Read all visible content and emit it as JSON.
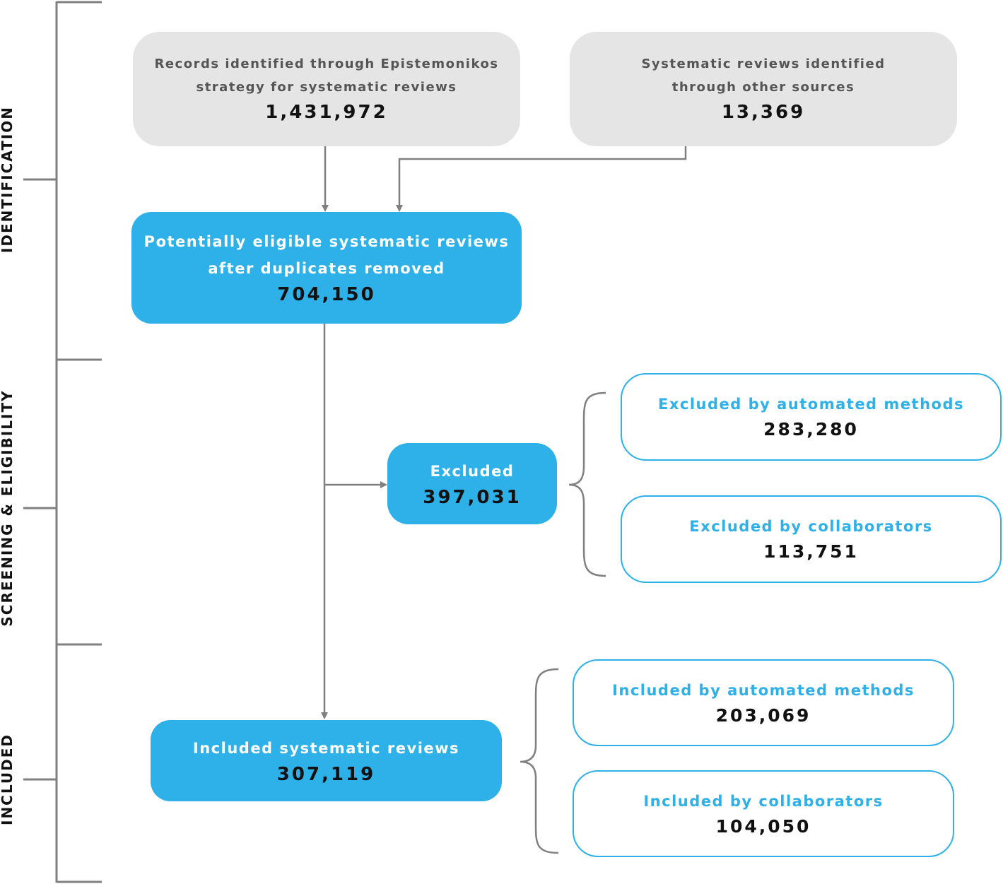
{
  "stages": {
    "identification": "IDENTIFICATION",
    "screening": "SCREENING & ELIGIBILITY",
    "included": "INCLUDED"
  },
  "nodes": {
    "records": {
      "line1": "Records identified through Epistemonikos",
      "line2": "strategy for systematic reviews",
      "count": "1,431,972"
    },
    "other_sources": {
      "line1": "Systematic reviews identified",
      "line2": "through other sources",
      "count": "13,369"
    },
    "eligible": {
      "line1": "Potentially eligible systematic reviews",
      "line2": "after duplicates removed",
      "count": "704,150"
    },
    "excluded": {
      "label": "Excluded",
      "count": "397,031"
    },
    "excluded_automated": {
      "label": "Excluded by automated methods",
      "count": "283,280"
    },
    "excluded_collaborators": {
      "label": "Excluded by collaborators",
      "count": "113,751"
    },
    "included": {
      "label": "Included systematic reviews",
      "count": "307,119"
    },
    "included_automated": {
      "label": "Included by automated methods",
      "count": "203,069"
    },
    "included_collaborators": {
      "label": "Included by collaborators",
      "count": "104,050"
    }
  },
  "colors": {
    "accent": "#2eb1e8",
    "gray_box": "#e5e5e5",
    "connector": "#808080"
  }
}
